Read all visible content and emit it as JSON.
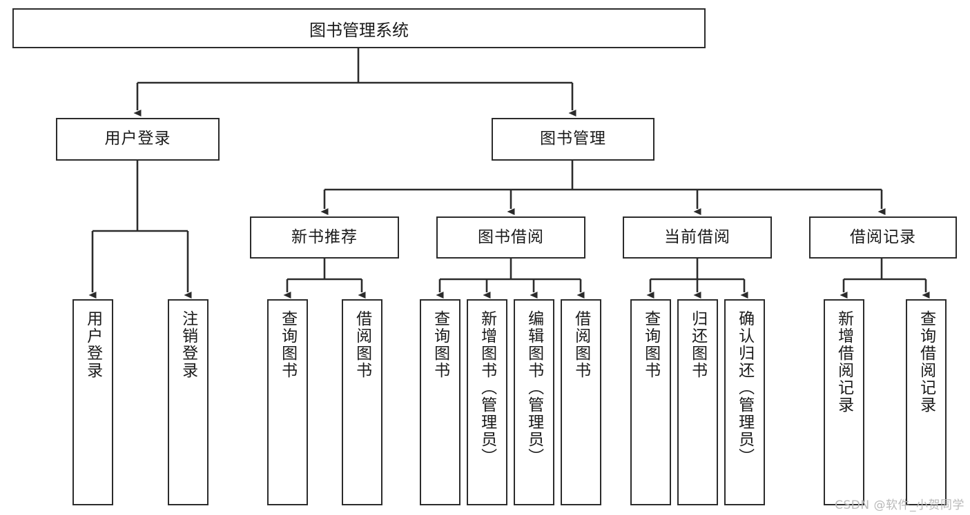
{
  "diagram": {
    "type": "hierarchy-tree",
    "title": "图书管理系统",
    "orientation": "top-down",
    "colors": {
      "box_border": "#2b2b2b",
      "box_fill": "#ffffff",
      "connector": "#2b2b2b",
      "text": "#1a1a1a",
      "watermark": "#b9b9b9"
    },
    "root": {
      "label": "图书管理系统"
    },
    "level2": [
      {
        "id": "user-login",
        "label": "用户登录"
      },
      {
        "id": "book-manage",
        "label": "图书管理"
      }
    ],
    "level3": [
      {
        "id": "new-book-rec",
        "label": "新书推荐",
        "parent": "book-manage"
      },
      {
        "id": "book-borrow",
        "label": "图书借阅",
        "parent": "book-manage"
      },
      {
        "id": "current-borrow",
        "label": "当前借阅",
        "parent": "book-manage"
      },
      {
        "id": "borrow-record",
        "label": "借阅记录",
        "parent": "book-manage"
      }
    ],
    "leaves": {
      "user-login": [
        {
          "id": "leaf-user-login",
          "label": "用户登录"
        },
        {
          "id": "leaf-logout",
          "label": "注销登录"
        }
      ],
      "new-book-rec": [
        {
          "id": "leaf-query-book-1",
          "label": "查询图书"
        },
        {
          "id": "leaf-borrow-book-1",
          "label": "借阅图书"
        }
      ],
      "book-borrow": [
        {
          "id": "leaf-query-book-2",
          "label": "查询图书"
        },
        {
          "id": "leaf-add-book",
          "label": "新增图书（管理员）"
        },
        {
          "id": "leaf-edit-book",
          "label": "编辑图书（管理员）"
        },
        {
          "id": "leaf-borrow-book-2",
          "label": "借阅图书"
        }
      ],
      "current-borrow": [
        {
          "id": "leaf-query-book-3",
          "label": "查询图书"
        },
        {
          "id": "leaf-return-book",
          "label": "归还图书"
        },
        {
          "id": "leaf-confirm-return",
          "label": "确认归还（管理员）"
        }
      ],
      "borrow-record": [
        {
          "id": "leaf-add-record",
          "label": "新增借阅记录"
        },
        {
          "id": "leaf-query-record",
          "label": "查询借阅记录"
        }
      ]
    },
    "watermark": "CSDN @软件_小贺同学"
  }
}
